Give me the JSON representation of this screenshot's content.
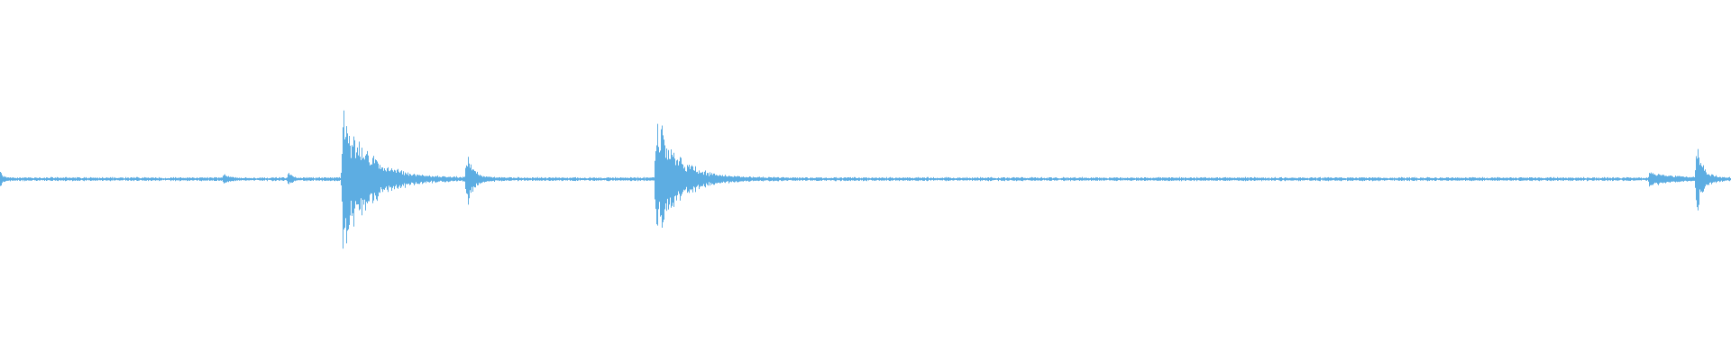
{
  "waveform": {
    "color": "#5DADE2",
    "baseline_amplitude": 0.012,
    "events": [
      {
        "t": 0.0,
        "amp": 0.05,
        "decay": 0.0015
      },
      {
        "t": 0.129,
        "amp": 0.04,
        "decay": 0.002
      },
      {
        "t": 0.166,
        "amp": 0.05,
        "decay": 0.002
      },
      {
        "t": 0.1975,
        "amp": 0.47,
        "decay": 0.015
      },
      {
        "t": 0.269,
        "amp": 0.18,
        "decay": 0.004
      },
      {
        "t": 0.3785,
        "amp": 0.39,
        "decay": 0.013
      },
      {
        "t": 0.9525,
        "amp": 0.04,
        "decay": 0.012
      },
      {
        "t": 0.9795,
        "amp": 0.28,
        "decay": 0.0035
      }
    ]
  }
}
